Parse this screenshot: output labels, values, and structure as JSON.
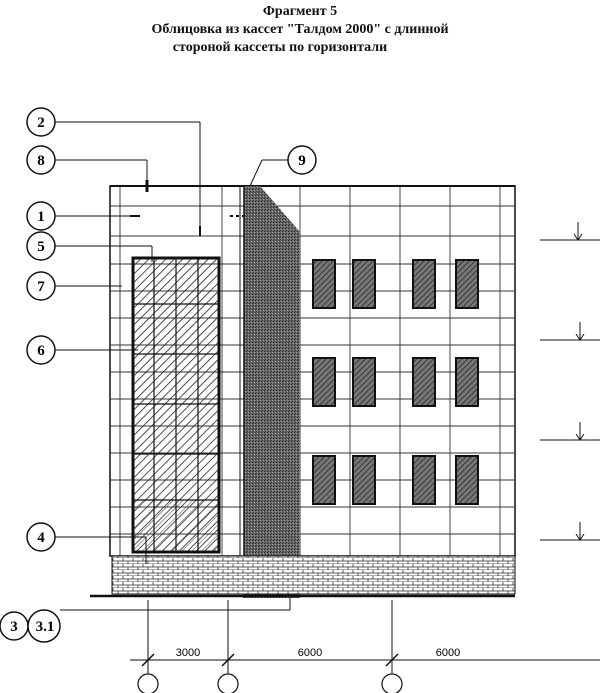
{
  "title": {
    "line1": "Фрагмент 5",
    "line2": "Облицовка из кассет \"Талдом 2000\" с длинной",
    "line3": "стороной кассеты по горизонтали"
  },
  "callouts": [
    "2",
    "8",
    "9",
    "1",
    "5",
    "7",
    "6",
    "4",
    "3",
    "3.1"
  ],
  "dimensions": [
    "3000",
    "6000",
    "6000"
  ],
  "colors": {
    "ink": "#111111",
    "hatch": "#333333",
    "dense": "#555555"
  }
}
